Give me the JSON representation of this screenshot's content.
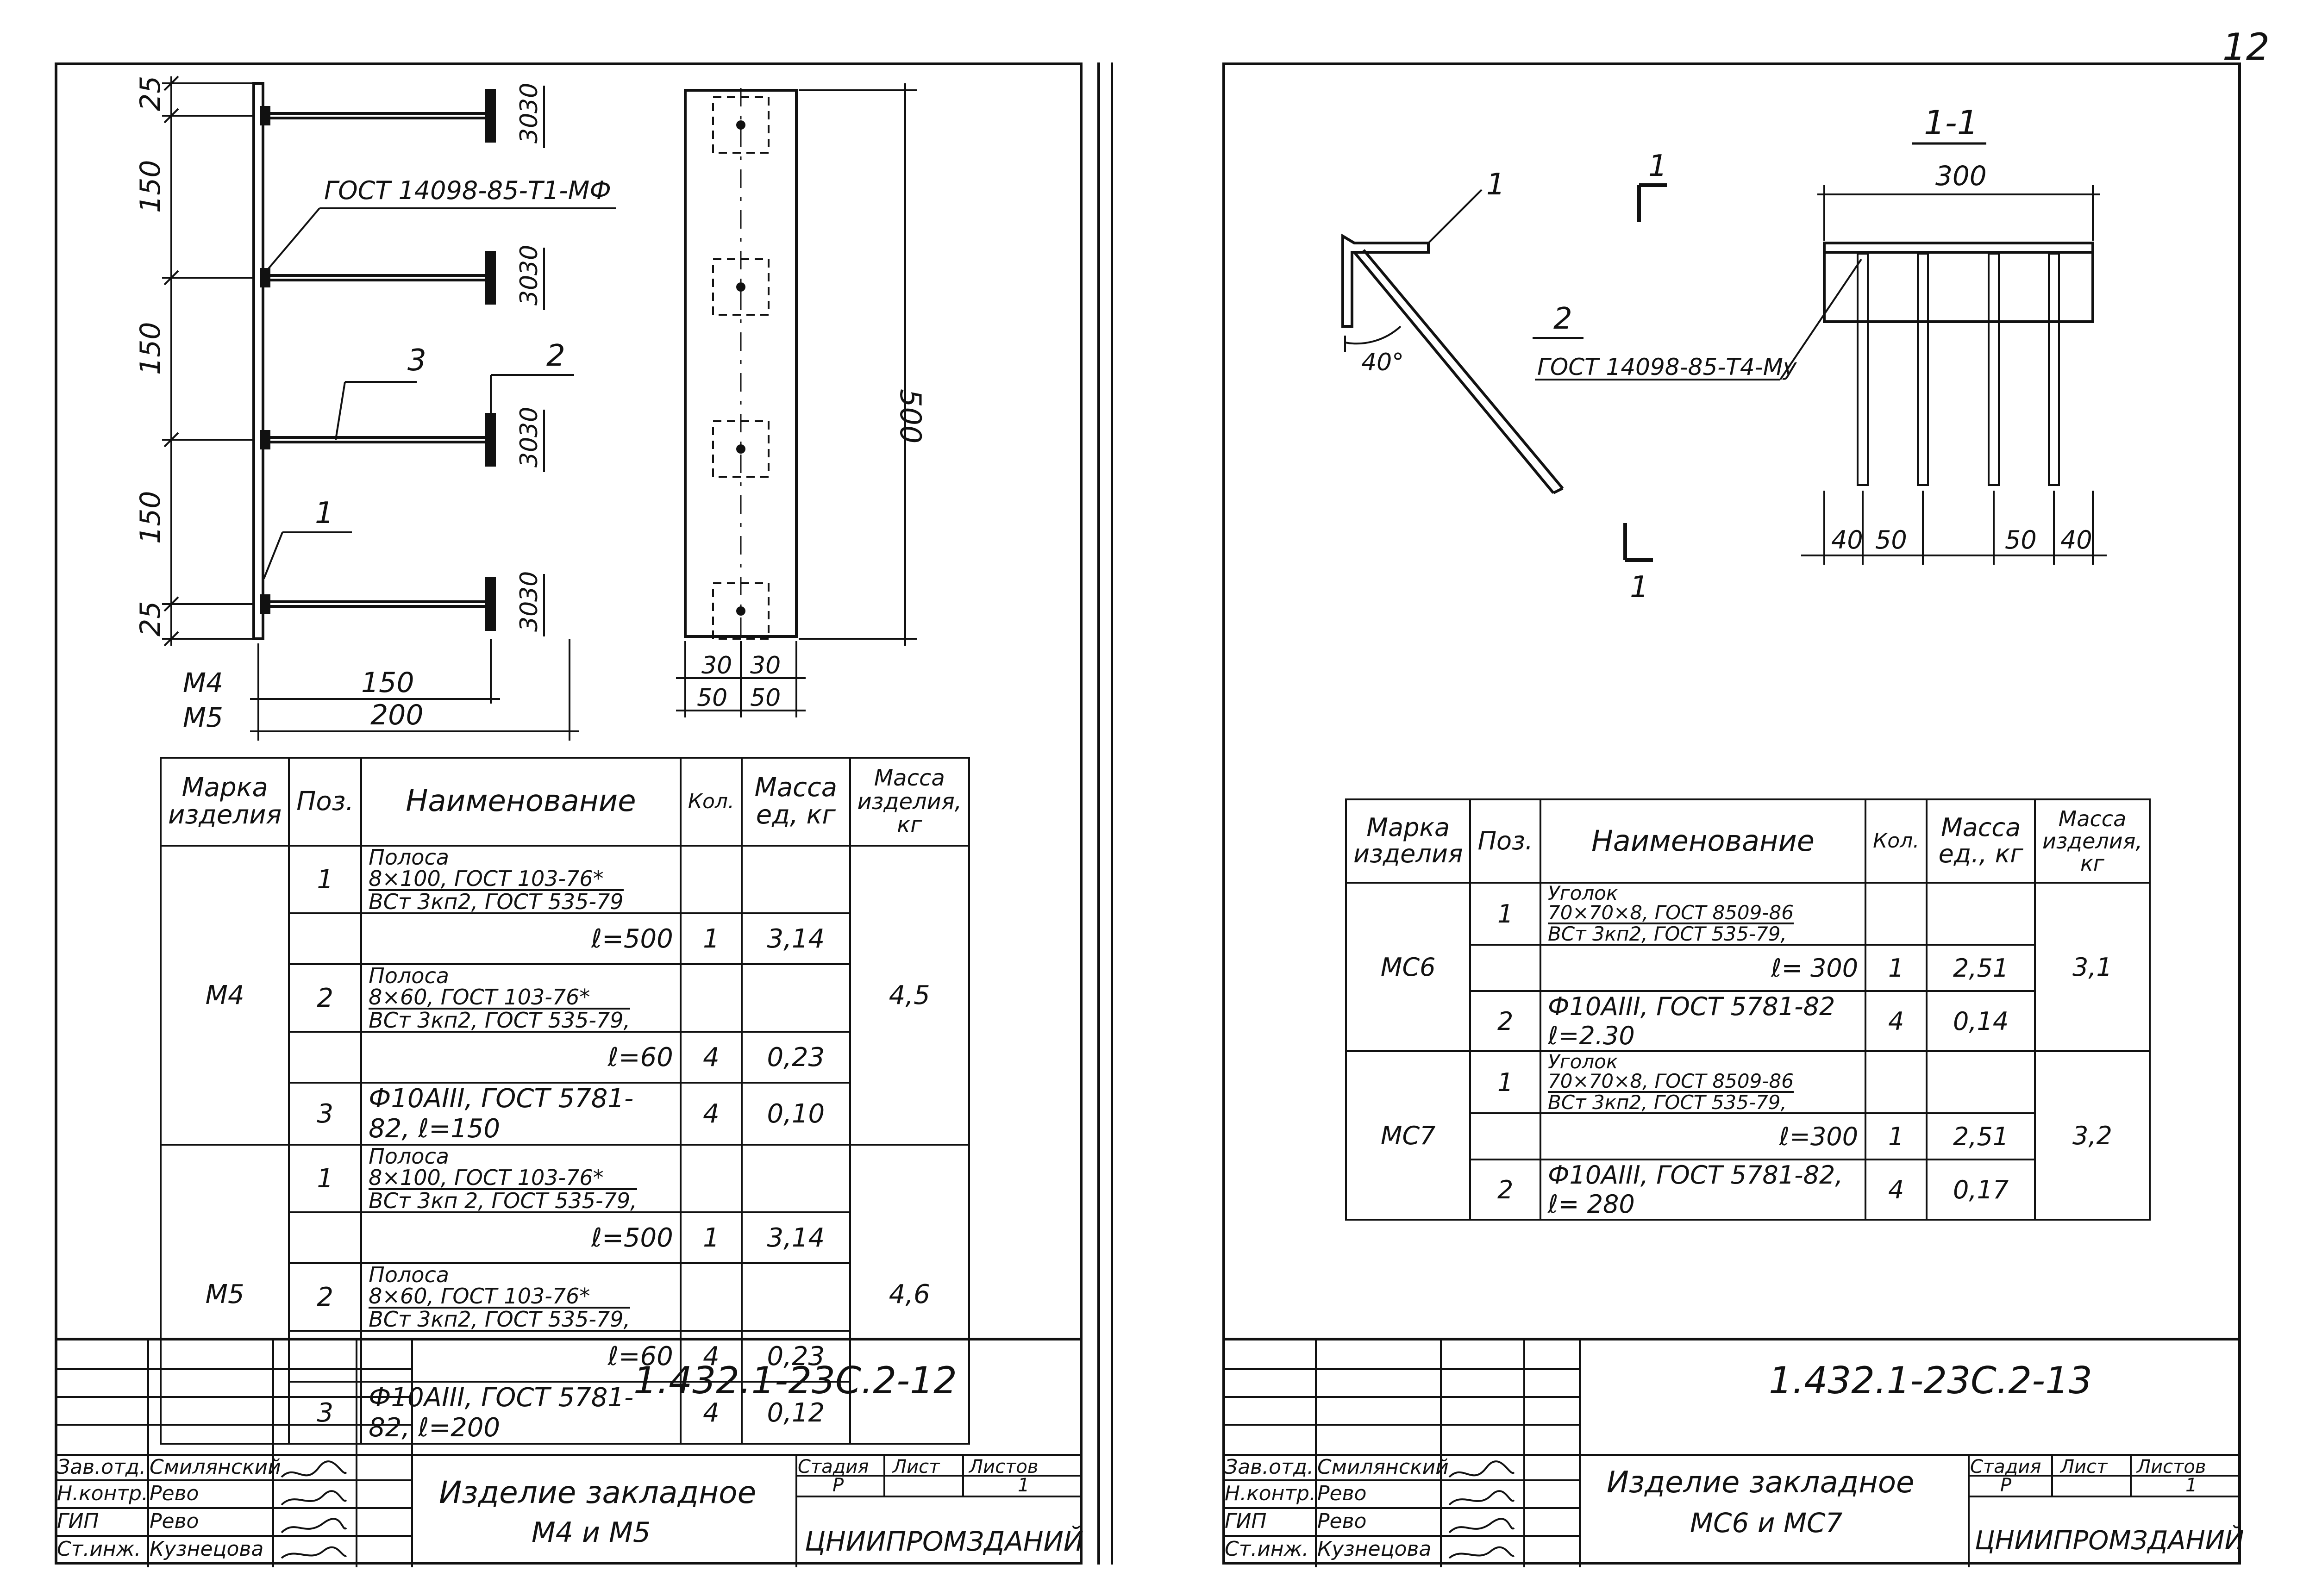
{
  "page_number": "12",
  "left_sheet": {
    "drawing": {
      "dims_vertical": [
        "25",
        "150",
        "150",
        "150",
        "25"
      ],
      "stud_plate_dims": [
        "30",
        "30"
      ],
      "weld_note": "ГОСТ 14098-85-Т1-МФ",
      "pos_labels": [
        "1",
        "2",
        "3"
      ],
      "mark_labels": [
        "М4",
        "М5"
      ],
      "length_dims": [
        "150",
        "200"
      ],
      "height_dim": "500",
      "width_dims_top": [
        "30",
        "30"
      ],
      "width_dims_bottom": [
        "50",
        "50"
      ]
    },
    "table": {
      "headers": [
        "Марка изделия",
        "Поз.",
        "Наименование",
        "Кол.",
        "Масса ед, кг",
        "Масса изделия, кг"
      ],
      "groups": [
        {
          "mark": "М4",
          "mass_total": "4,5",
          "rows": [
            {
              "pos": "1",
              "name_prefix": "Полоса",
              "name_top": "8×100, ГОСТ 103-76*",
              "name_bottom": "ВСт 3кп2, ГОСТ 535-79",
              "qty": "",
              "mass": ""
            },
            {
              "pos": "",
              "name_line": "ℓ=500",
              "qty": "1",
              "mass": "3,14"
            },
            {
              "pos": "2",
              "name_prefix": "Полоса",
              "name_top": "8×60, ГОСТ 103-76*",
              "name_bottom": "ВСт 3кп2, ГОСТ 535-79,",
              "qty": "",
              "mass": ""
            },
            {
              "pos": "",
              "name_line": "ℓ=60",
              "qty": "4",
              "mass": "0,23"
            },
            {
              "pos": "3",
              "name_line": "Ф10АIII, ГОСТ 5781-82, ℓ=150",
              "qty": "4",
              "mass": "0,10"
            }
          ]
        },
        {
          "mark": "М5",
          "mass_total": "4,6",
          "rows": [
            {
              "pos": "1",
              "name_prefix": "Полоса",
              "name_top": "8×100, ГОСТ 103-76*",
              "name_bottom": "ВСт 3кп 2, ГОСТ 535-79,",
              "qty": "",
              "mass": ""
            },
            {
              "pos": "",
              "name_line": "ℓ=500",
              "qty": "1",
              "mass": "3,14"
            },
            {
              "pos": "2",
              "name_prefix": "Полоса",
              "name_top": "8×60, ГОСТ 103-76*",
              "name_bottom": "ВСт 3кп2, ГОСТ 535-79,",
              "qty": "",
              "mass": ""
            },
            {
              "pos": "",
              "name_line": "ℓ=60",
              "qty": "4",
              "mass": "0,23"
            },
            {
              "pos": "3",
              "name_line": "Ф10АIII, ГОСТ 5781-82, ℓ=200",
              "qty": "4",
              "mass": "0,12"
            }
          ]
        }
      ]
    },
    "stamp": {
      "doc_code": "1.432.1-23С.2-12",
      "title_line1": "Изделие закладное",
      "title_line2": "М4 и М5",
      "stage_label": "Стадия",
      "sheet_label": "Лист",
      "sheets_label": "Листов",
      "stage_value": "Р",
      "sheets_value": "1",
      "org": "ЦНИИПРОМЗДАНИЙ",
      "people": [
        {
          "role": "Зав.отд.",
          "name": "Смилянский"
        },
        {
          "role": "Н.контр.",
          "name": "Рево"
        },
        {
          "role": "ГИП",
          "name": "Рево"
        },
        {
          "role": "Ст.инж.",
          "name": "Кузнецова"
        }
      ]
    }
  },
  "right_sheet": {
    "drawing": {
      "section_label": "1-1",
      "section_marks": [
        "1",
        "1"
      ],
      "pos_labels": [
        "1",
        "2"
      ],
      "angle_label": "40°",
      "weld_note": "ГОСТ 14098-85-Т4-Му",
      "width_dim": "300",
      "spacing_dims": [
        "40",
        "50",
        "50",
        "40"
      ]
    },
    "table": {
      "headers": [
        "Марка изделия",
        "Поз.",
        "Наименование",
        "Кол.",
        "Масса ед., кг",
        "Масса изделия, кг"
      ],
      "groups": [
        {
          "mark": "МС6",
          "mass_total": "3,1",
          "rows": [
            {
              "pos": "1",
              "name_prefix": "Уголок",
              "name_top": "70×70×8, ГОСТ 8509-86",
              "name_bottom": "ВСт 3кп2, ГОСТ 535-79,",
              "qty": "",
              "mass": ""
            },
            {
              "pos": "",
              "name_line": "ℓ= 300",
              "qty": "1",
              "mass": "2,51"
            },
            {
              "pos": "2",
              "name_line": "Ф10АIII, ГОСТ 5781-82 ℓ=2.30",
              "qty": "4",
              "mass": "0,14"
            }
          ]
        },
        {
          "mark": "МС7",
          "mass_total": "3,2",
          "rows": [
            {
              "pos": "1",
              "name_prefix": "Уголок",
              "name_top": "70×70×8, ГОСТ 8509-86",
              "name_bottom": "ВСт 3кп2, ГОСТ 535-79,",
              "qty": "",
              "mass": ""
            },
            {
              "pos": "",
              "name_line": "ℓ=300",
              "qty": "1",
              "mass": "2,51"
            },
            {
              "pos": "2",
              "name_line": "Ф10АIII, ГОСТ 5781-82, ℓ= 280",
              "qty": "4",
              "mass": "0,17"
            }
          ]
        }
      ]
    },
    "stamp": {
      "doc_code": "1.432.1-23С.2-13",
      "title_line1": "Изделие закладное",
      "title_line2": "МС6 и МС7",
      "stage_label": "Стадия",
      "sheet_label": "Лист",
      "sheets_label": "Листов",
      "stage_value": "Р",
      "sheets_value": "1",
      "org": "ЦНИИПРОМЗДАНИЙ",
      "people": [
        {
          "role": "Зав.отд.",
          "name": "Смилянский"
        },
        {
          "role": "Н.контр.",
          "name": "Рево"
        },
        {
          "role": "ГИП",
          "name": "Рево"
        },
        {
          "role": "Ст.инж.",
          "name": "Кузнецова"
        }
      ]
    }
  }
}
